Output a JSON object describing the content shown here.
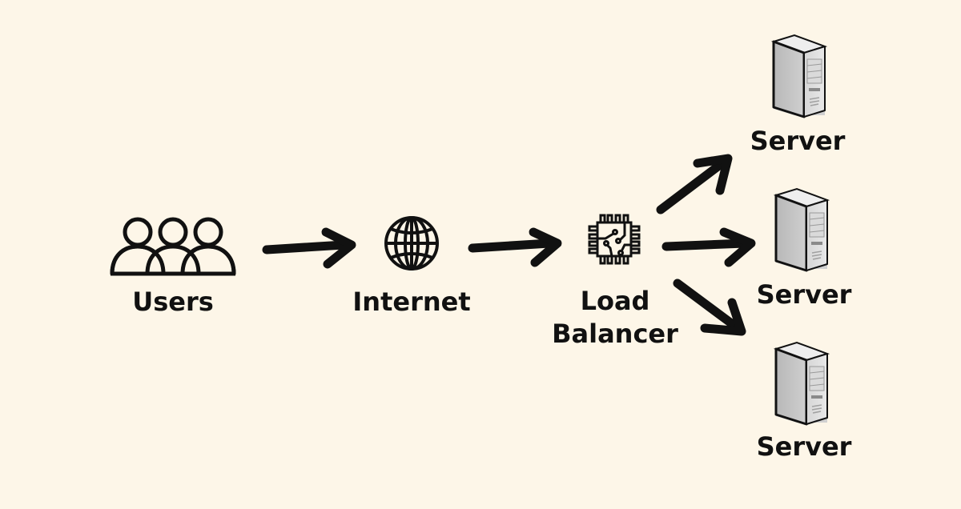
{
  "diagram": {
    "background": "#fdf6e8",
    "nodes": {
      "users": {
        "label": "Users",
        "icon": "users-icon"
      },
      "internet": {
        "label": "Internet",
        "icon": "globe-icon"
      },
      "load_balancer": {
        "label_line1": "Load",
        "label_line2": "Balancer",
        "icon": "chip-icon"
      },
      "servers": [
        {
          "label": "Server",
          "icon": "server-icon"
        },
        {
          "label": "Server",
          "icon": "server-icon"
        },
        {
          "label": "Server",
          "icon": "server-icon"
        }
      ]
    },
    "edges": [
      {
        "from": "Users",
        "to": "Internet"
      },
      {
        "from": "Internet",
        "to": "Load Balancer"
      },
      {
        "from": "Load Balancer",
        "to": "Server 1"
      },
      {
        "from": "Load Balancer",
        "to": "Server 2"
      },
      {
        "from": "Load Balancer",
        "to": "Server 3"
      }
    ]
  }
}
